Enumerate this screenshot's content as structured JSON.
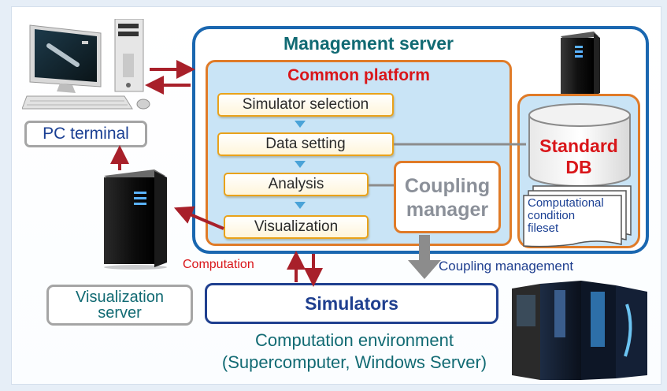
{
  "management_server": {
    "title": "Management server"
  },
  "common_platform": {
    "title": "Common platform",
    "steps": [
      "Simulator selection",
      "Data setting",
      "Analysis",
      "Visualization"
    ]
  },
  "coupling_manager": {
    "line1": "Coupling",
    "line2": "manager"
  },
  "standard_db": {
    "line1": "Standard",
    "line2": "DB",
    "fileset": [
      "Computational",
      "condition",
      "fileset"
    ]
  },
  "pc_terminal": {
    "label": "PC terminal"
  },
  "visualization_server": {
    "line1": "Visualization",
    "line2": "server"
  },
  "simulators": {
    "label": "Simulators"
  },
  "computation_environment": {
    "line1": "Computation environment",
    "line2": "(Supercomputer, Windows Server)"
  },
  "labels": {
    "computation": "Computation",
    "coupling_management": "Coupling management"
  },
  "colors": {
    "management_border": "#1a67b0",
    "platform_border": "#e07b28",
    "platform_fill": "#c9e4f6",
    "step_border": "#e9a21a",
    "red_text": "#d9161a",
    "teal_text": "#116a73",
    "navy": "#1f3f8f",
    "arrow_red": "#a8202a",
    "connector_gray": "#8c8c8c"
  },
  "icons": [
    "pc-terminal-icon",
    "server-tower-icon",
    "supercomputer-icon",
    "database-cylinder-icon",
    "document-stack-icon"
  ]
}
